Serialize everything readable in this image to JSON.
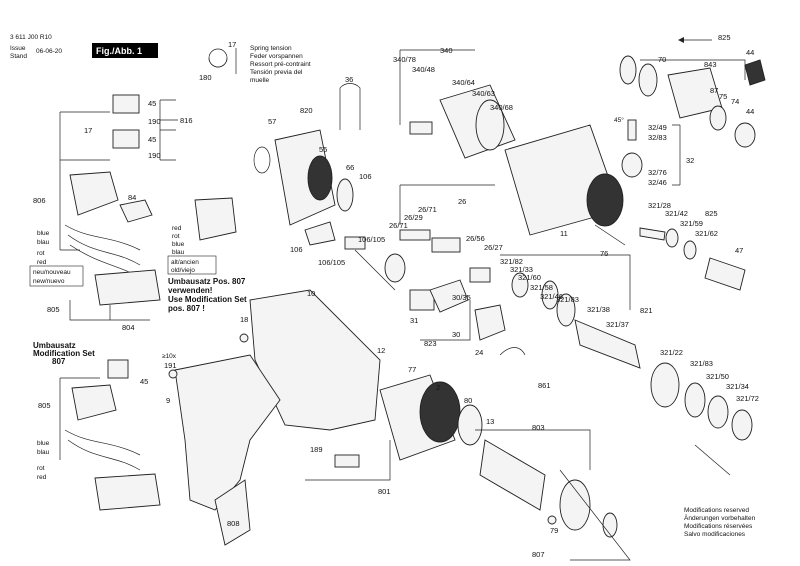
{
  "header": {
    "doc_number": "3 611 J00 R10",
    "issue_label": "Issue",
    "stand_label": "Stand",
    "issue_date": "06-06-20",
    "figure": "Fig./Abb. 1"
  },
  "spring_note": {
    "number": "17",
    "angle": "180",
    "lines": [
      "Spring tension",
      "Feder vorspannen",
      "Ressort pré-contraint",
      "Tensión previa del",
      "muelle"
    ]
  },
  "wire_colors": {
    "top": [
      "blue",
      "blau",
      "rot",
      "red"
    ],
    "new": [
      "neu/nouveau",
      "new/nuevo"
    ],
    "middle": [
      "red",
      "rot",
      "blue",
      "blau"
    ],
    "old": [
      "alt/ancien",
      "old/viejo"
    ],
    "bottom": [
      "blue",
      "blau",
      "rot",
      "red"
    ]
  },
  "modification_note": [
    "Umbausatz Pos. 807",
    "verwenden!",
    "Use Modification Set",
    "pos. 807 !"
  ],
  "modification_set": [
    "Umbausatz",
    "Modification Set",
    "807"
  ],
  "quantity_note": "≥10x",
  "footer": [
    "Modifications reserved",
    "Änderungen vorbehalten",
    "Modifications réservées",
    "Salvo modificaciones"
  ],
  "part_numbers": {
    "p816": "816",
    "p45a": "45",
    "p190a": "190",
    "p17a": "17",
    "p45b": "45",
    "p190b": "190",
    "p806": "806",
    "p84": "84",
    "p805a": "805",
    "p804": "804",
    "p57": "57",
    "p820": "820",
    "p55": "55",
    "p66": "66",
    "p106a": "106",
    "p36": "36",
    "p106b": "106",
    "p106105a": "106/105",
    "p106105b": "106/105",
    "p340": "340",
    "p34078": "340/78",
    "p34048": "340/48",
    "p34064": "340/64",
    "p34063": "340/63",
    "p34068": "340/68",
    "p11": "11",
    "p76": "76",
    "p2671": "26/71",
    "p2629": "26/29",
    "p2671b": "26/71",
    "p26": "26",
    "p2656": "26/56",
    "p2627": "26/27",
    "p32182": "321/82",
    "p32133": "321/33",
    "p32160": "321/60",
    "p32158": "321/58",
    "p32146": "321/46",
    "p32183a": "321/83",
    "p32138": "321/38",
    "p32137": "321/37",
    "p821": "821",
    "p825a": "825",
    "p843": "843",
    "p44a": "44",
    "p70": "70",
    "p87": "87",
    "p75": "75",
    "p74": "74",
    "p44b": "44",
    "p3249": "32/49",
    "p3283": "32/83",
    "p32": "32",
    "p3276": "32/76",
    "p3246": "32/46",
    "p45deg": "45°",
    "p32128": "321/28",
    "p32142": "321/42",
    "p825b": "825",
    "p32159": "321/59",
    "p32162": "321/62",
    "p47": "47",
    "p32122": "321/22",
    "p32183b": "321/83",
    "p32150": "321/50",
    "p32134": "321/34",
    "p32172": "321/72",
    "p31": "31",
    "p3035": "30/35",
    "p30": "30",
    "p823": "823",
    "p24": "24",
    "p861": "861",
    "p10": "10",
    "p18": "18",
    "p12": "12",
    "p191": "191",
    "p9": "9",
    "p77": "77",
    "p2": "2",
    "p80": "80",
    "p13": "13",
    "p803": "803",
    "p189": "189",
    "p801": "801",
    "p808": "808",
    "p79": "79",
    "p807": "807",
    "p45c": "45",
    "p805b": "805"
  }
}
